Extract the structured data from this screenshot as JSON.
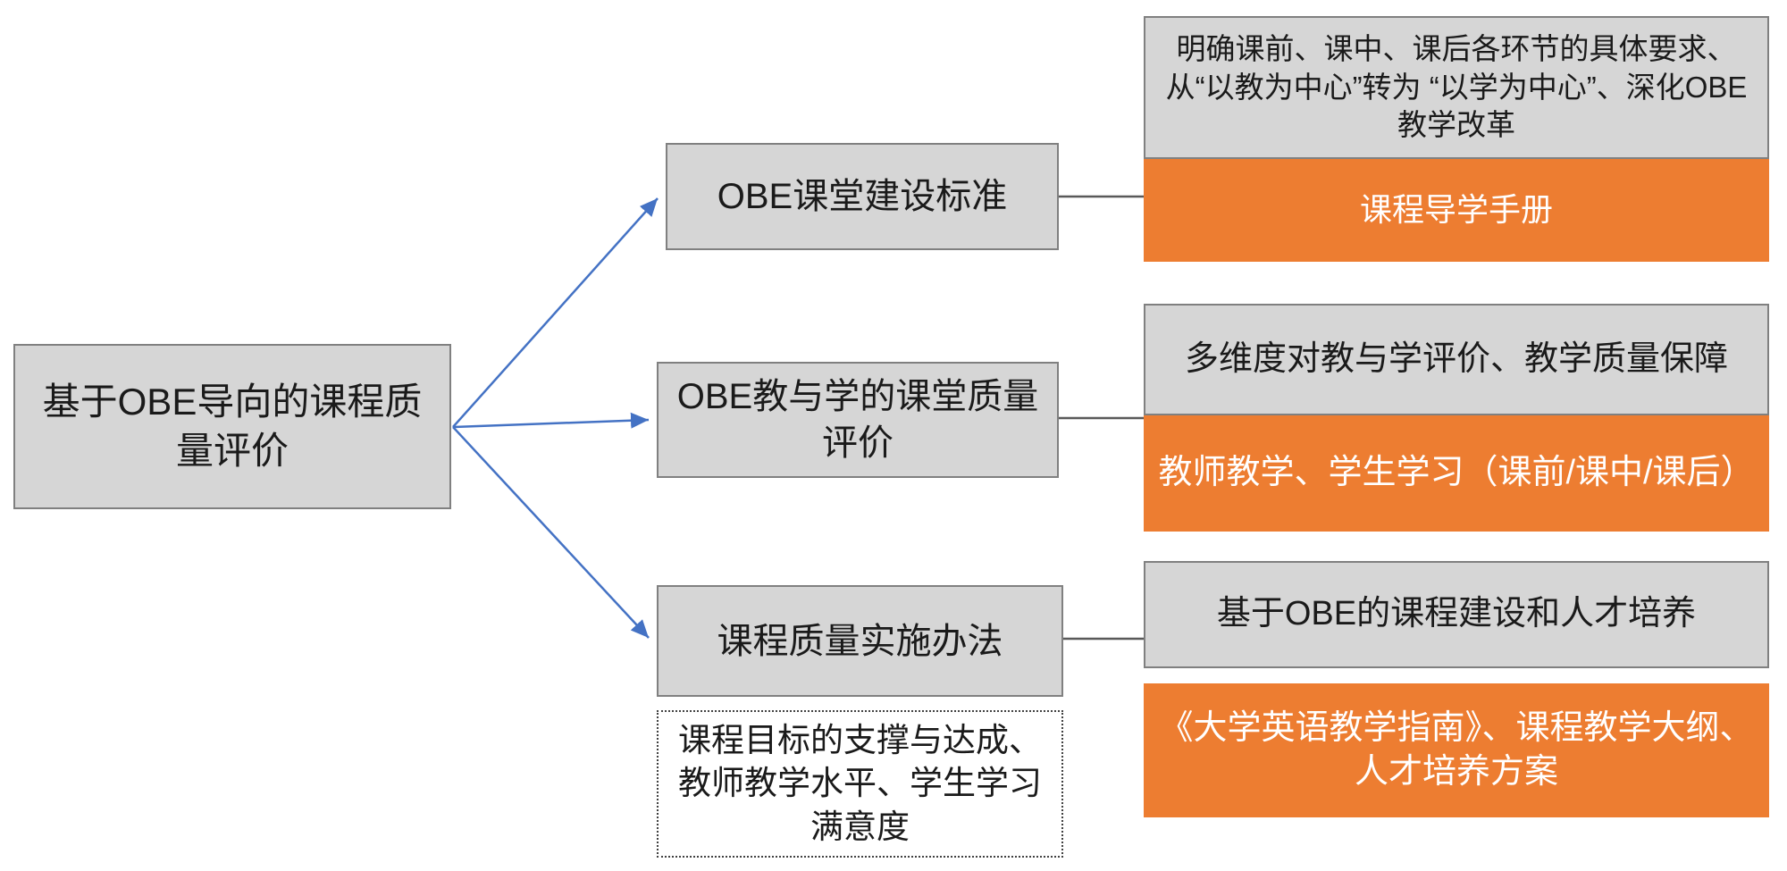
{
  "diagram": {
    "root": {
      "label": "基于OBE导向的课程质量评价"
    },
    "branches": [
      {
        "node_label": "OBE课堂建设标准",
        "detail_label": "明确课前、课中、课后各环节的具体要求、从“以教为中心”转为 “以学为中心”、深化OBE教学改革",
        "output_label": "课程导学手册"
      },
      {
        "node_label": "OBE教与学的课堂质量评价",
        "detail_label": "多维度对教与学评价、教学质量保障",
        "output_label": "教师教学、学生学习（课前/课中/课后）"
      },
      {
        "node_label": "课程质量实施办法",
        "note_label": "课程目标的支撑与达成、教师教学水平、学生学习满意度",
        "detail_label": "基于OBE的课程建设和人才培养",
        "output_label": "《大学英语教学指南》、课程教学大纲、人才培养方案"
      }
    ],
    "colors": {
      "node_fill": "#d6d6d6",
      "node_border": "#808080",
      "output_fill": "#ED7D31",
      "output_text": "#ffffff",
      "arrow": "#4472C4",
      "connector": "#595959",
      "note_border": "#404040"
    }
  }
}
